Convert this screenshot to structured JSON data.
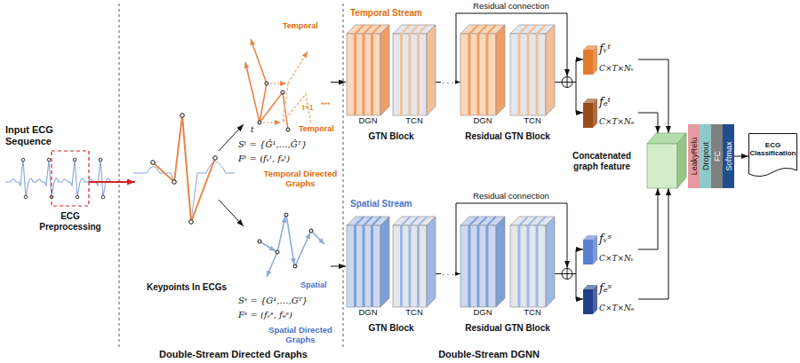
{
  "diagram": {
    "nodes": [
      {
        "text": [
          "GTN Block"
        ]
      },
      {
        "text": [
          "DGN"
        ],
        "in": 0
      },
      {
        "text": [
          "TCN"
        ],
        "in": 0
      },
      {
        "text": [
          "Residual GTN Block"
        ]
      },
      {
        "text": [
          "DGN"
        ],
        "in": 3
      },
      {
        "text": [
          "TCN"
        ],
        "in": 3
      },
      {
        "text": [
          "fᵥᵗ",
          "C×T×Nᵥ"
        ]
      },
      {
        "text": [
          "fₑᵗ",
          "C×T×Nₑ"
        ]
      },
      {
        "text": [
          "GTN Block"
        ]
      },
      {
        "text": [
          "DGN"
        ],
        "in": 8
      },
      {
        "text": [
          "TCN"
        ],
        "in": 8
      },
      {
        "text": [
          "Residual GTN Block"
        ]
      },
      {
        "text": [
          "DGN"
        ],
        "in": 11
      },
      {
        "text": [
          "TCN"
        ],
        "in": 11
      },
      {
        "text": [
          "fᵥˢ",
          "C×T×Nᵥ"
        ]
      },
      {
        "text": [
          "fₑˢ",
          "C×T×Nₑ"
        ]
      },
      {
        "text": [
          "Concatenated graph feature"
        ]
      },
      {
        "text": [
          "LeakyRelu"
        ]
      },
      {
        "text": [
          "Dropout"
        ]
      },
      {
        "text": [
          "FC"
        ]
      },
      {
        "text": [
          "Softmax"
        ]
      },
      {
        "text": [
          "ECG Classification"
        ]
      }
    ],
    "edges": [
      {
        "from": 0,
        "to": 3,
        "arrow": "to",
        "label": "· · ·"
      },
      {
        "from": 3,
        "to": 6,
        "arrow": "to"
      },
      {
        "from": 3,
        "to": 7,
        "arrow": "to"
      },
      {
        "from": 6,
        "to": 16,
        "arrow": "to"
      },
      {
        "from": 7,
        "to": 16,
        "arrow": "to"
      },
      {
        "from": 8,
        "to": 11,
        "arrow": "to",
        "label": "· · ·"
      },
      {
        "from": 11,
        "to": 14,
        "arrow": "to"
      },
      {
        "from": 11,
        "to": 15,
        "arrow": "to"
      },
      {
        "from": 14,
        "to": 16,
        "arrow": "to"
      },
      {
        "from": 15,
        "to": 16,
        "arrow": "to"
      },
      {
        "from": 20,
        "to": 21,
        "arrow": "to"
      }
    ],
    "labels": [
      "Input ECG Sequence",
      "ECG Preprocessing",
      "Keypoints In ECGs",
      "Temporal",
      "t",
      "t+1",
      "***",
      "Temporal",
      "Sᵗ = {Ĝ¹,…,Ĝᵀ}",
      "Fᵗ = (fᵥᵗ, fₑᵗ)",
      "Temporal Directed Graphs",
      "Spatial",
      "Sˢ = {G¹,…,Gᵀ}",
      "Fˢ = (fᵥˢ, fₑˢ)",
      "Spatial Directed Graphs",
      "Double-Stream Directed Graphs",
      "Double-Stream DGNN",
      "Temporal Stream",
      "Spatial Stream",
      "Residual connection",
      "Residual connection"
    ]
  }
}
